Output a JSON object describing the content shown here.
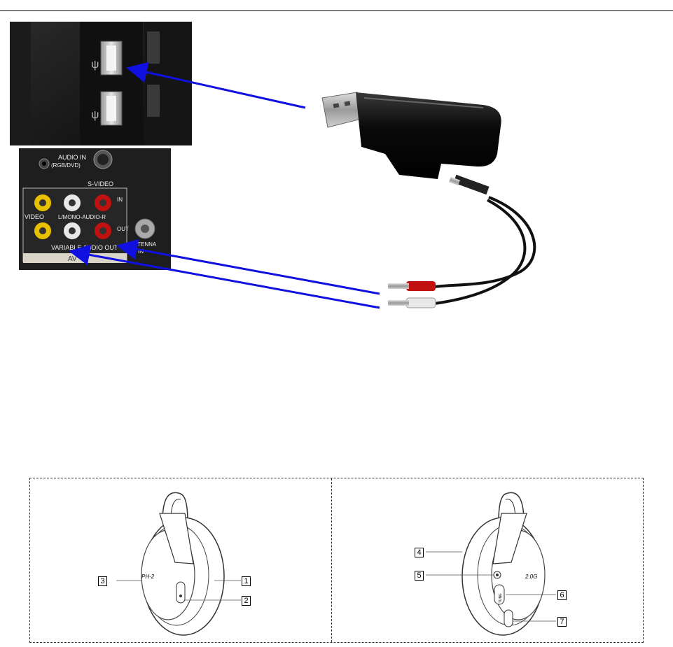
{
  "usb_panel": {
    "icon_symbol": "⇌"
  },
  "av_panel": {
    "audio_in_label": "AUDIO IN",
    "audio_in_sub": "(RGB/DVD)",
    "svideo_label": "S-VIDEO",
    "in_label": "IN",
    "out_label": "OUT",
    "video_label": "VIDEO",
    "audio_lr_label": "L/MONO-AUDIO-R",
    "variable_out_label": "VARIABLE AUDIO OUT",
    "antenna_label": "ANTENNA",
    "antenna_sub": "IN",
    "av_label": "AV"
  },
  "headphone_left": {
    "logo": "PH-2",
    "callouts": [
      "1",
      "2",
      "3"
    ]
  },
  "headphone_right": {
    "logo": "2.0G",
    "tune_label": "TUNE",
    "callouts": [
      "4",
      "5",
      "6",
      "7"
    ]
  },
  "colors": {
    "arrow": "#1010e0",
    "rca_red": "#c01010",
    "rca_yellow": "#e8c000",
    "rca_white": "#e8e8e8"
  }
}
